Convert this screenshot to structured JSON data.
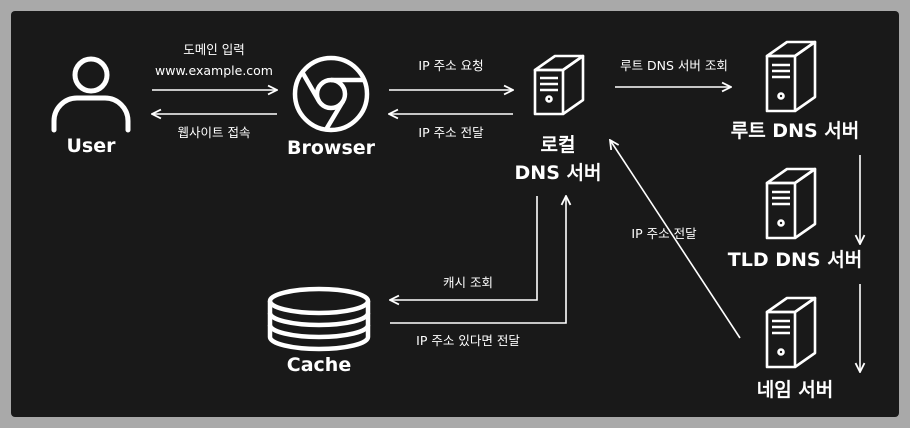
{
  "nodes": {
    "user": "User",
    "browser": "Browser",
    "local_dns_line1": "로컬",
    "local_dns_line2": "DNS 서버",
    "root_dns": "루트 DNS 서버",
    "tld_dns": "TLD DNS 서버",
    "name_server": "네임 서버",
    "cache": "Cache"
  },
  "edges": {
    "domain_input_line1": "도메인 입력",
    "domain_input_line2": "www.example.com",
    "website_access": "웹사이트 접속",
    "ip_request": "IP 주소 요청",
    "ip_deliver": "IP 주소 전달",
    "root_query": "루트 DNS 서버 조회",
    "name_ip_deliver": "IP 주소 전달",
    "cache_query": "캐시 조회",
    "cache_deliver": "IP 주소 있다면 전달"
  },
  "colors": {
    "background": "#191919",
    "foreground": "#ffffff",
    "border": "#a9a9a9"
  }
}
